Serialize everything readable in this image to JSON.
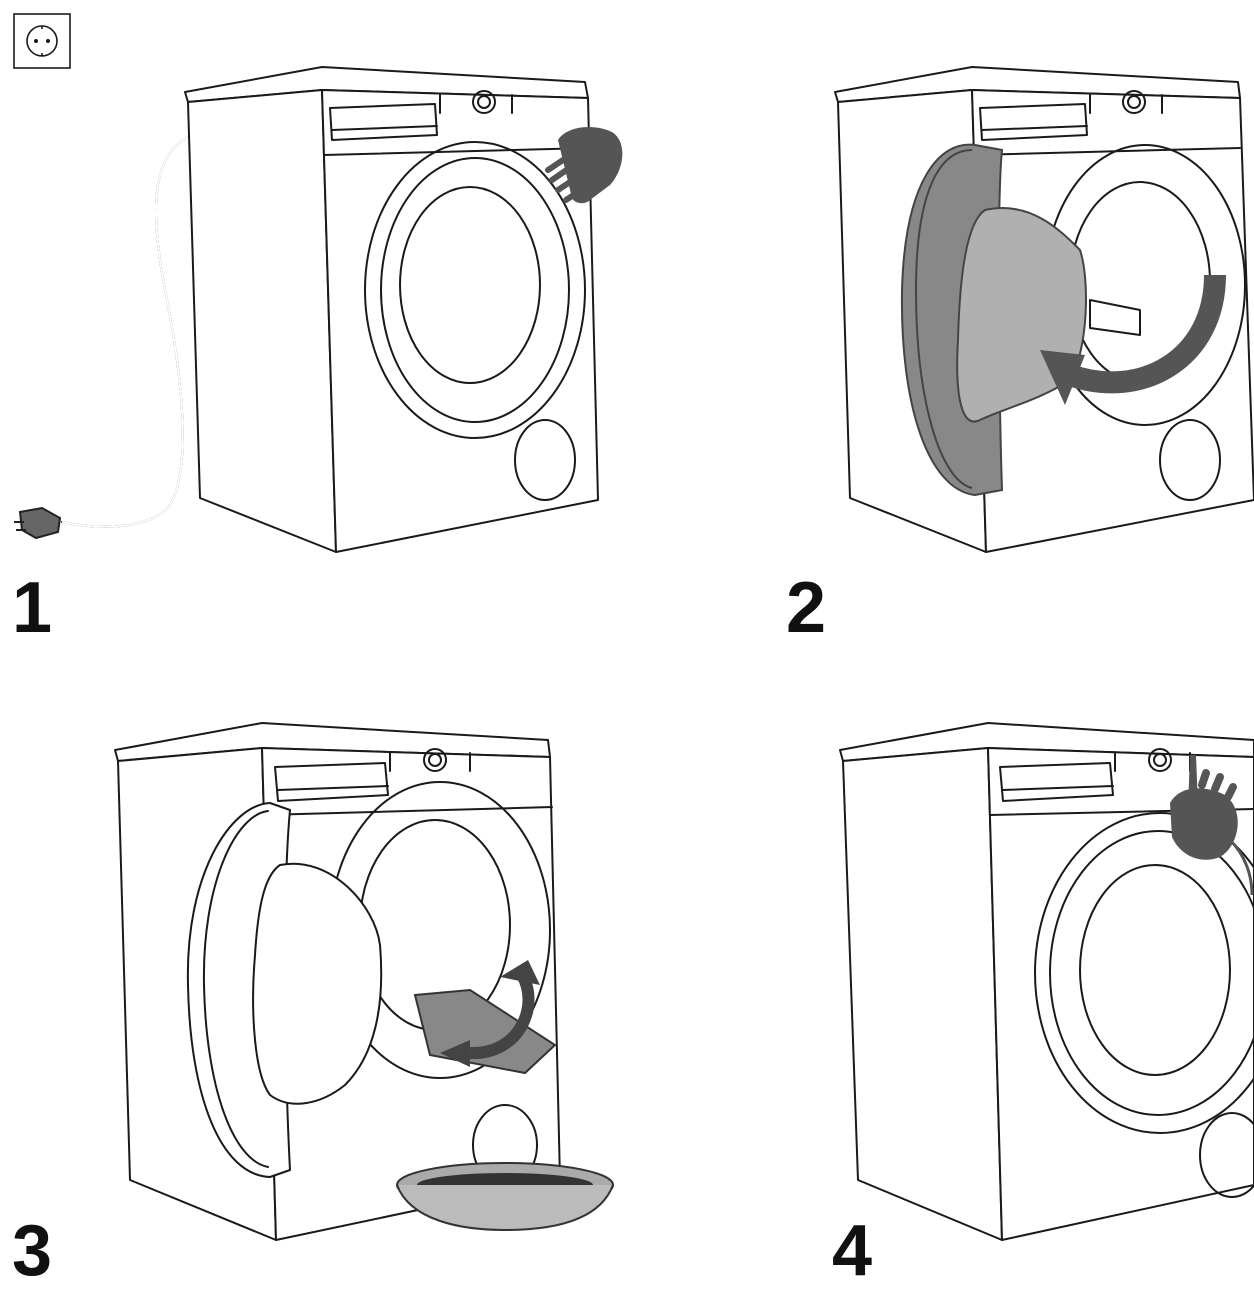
{
  "header": {
    "icon": "power-socket-icon"
  },
  "steps": [
    {
      "number": "1",
      "illustration": "unplug-and-open-filter-flap"
    },
    {
      "number": "2",
      "illustration": "open-door-and-remove-seal"
    },
    {
      "number": "3",
      "illustration": "unscrew-filter-into-bowl"
    },
    {
      "number": "4",
      "illustration": "close-and-press-button"
    }
  ],
  "colors": {
    "line": "#1a1a1a",
    "accent_grey": "#555555",
    "part_grey": "#9a9a9a"
  }
}
